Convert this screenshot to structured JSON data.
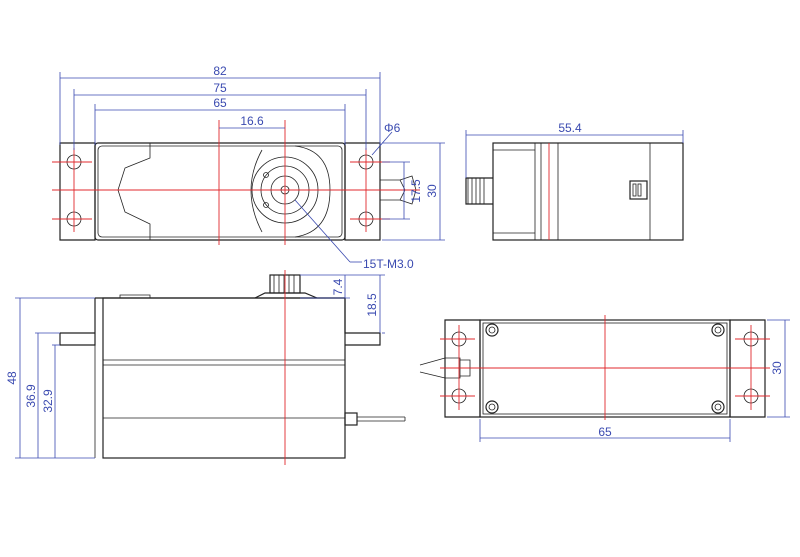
{
  "colors": {
    "outline": "#222222",
    "dimension": "#3a4ab0",
    "centerline": "#e0282d"
  },
  "dimensions": {
    "top_overall_width": "82",
    "top_mount_spacing": "75",
    "top_body_width": "65",
    "top_spline_offset": "16.6",
    "top_hole_diameter": "Φ6",
    "top_hole_spacing": "17.5",
    "top_height": "30",
    "spline_callout": "15T-M3.0",
    "side_spline_height": "7.4",
    "side_flange_height": "18.5",
    "front_overall_height": "48",
    "front_mount_height": "36.9",
    "front_body_height": "32.9",
    "end_view_length": "55.4",
    "bottom_height": "30",
    "bottom_body_width": "65"
  }
}
